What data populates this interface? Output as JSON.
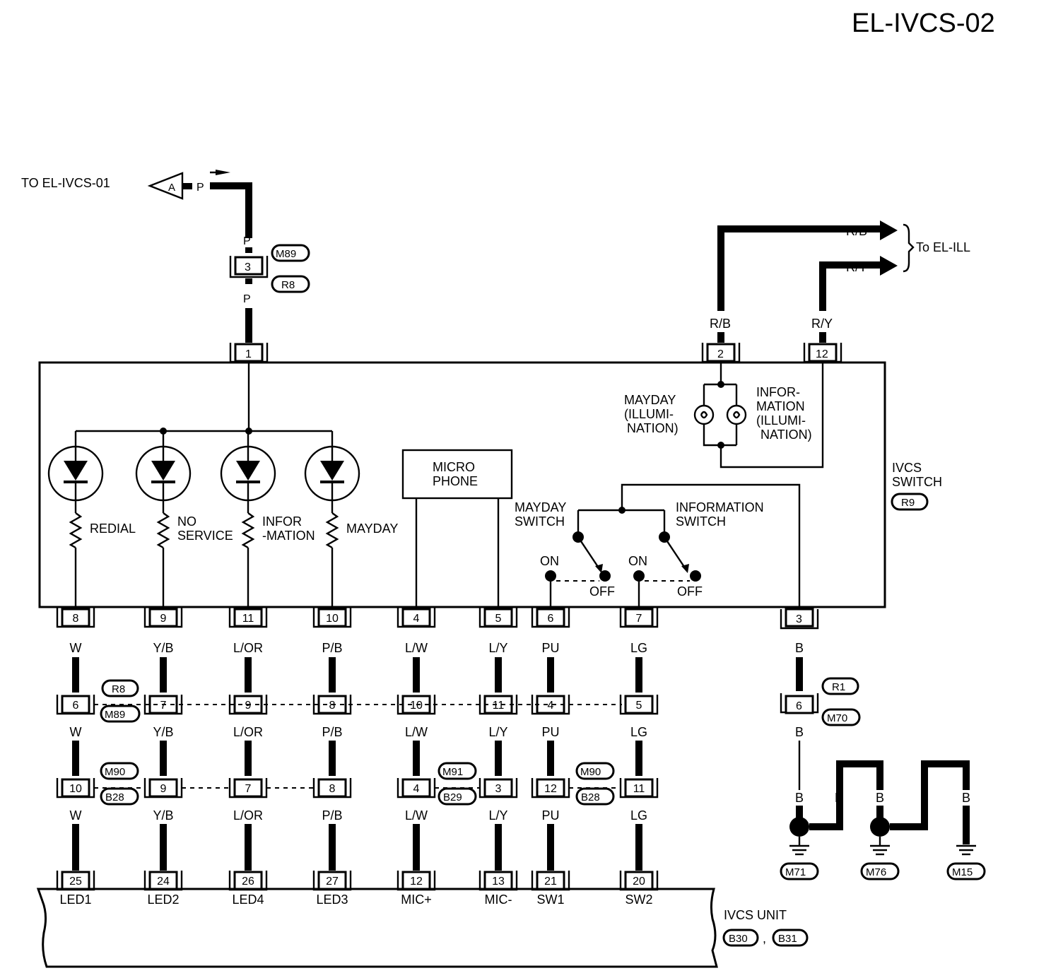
{
  "page": {
    "title": "EL-IVCS-02"
  },
  "top_feed": {
    "dest_label": "TO EL-IVCS-01",
    "connector_letter": "A",
    "wire_color": "P",
    "upper_color": "P",
    "lower_color": "P",
    "joint_pin": "3",
    "joint_conn_top": "M89",
    "joint_conn_bottom": "R8",
    "switch_pin": "1"
  },
  "illumination": {
    "dest_label": "To EL-ILL",
    "rb_color": "R/B",
    "ry_color": "R/Y",
    "rb_pin": "2",
    "ry_pin": "12",
    "mayday_label": [
      "MAYDAY",
      "(ILLUMI-",
      "NATION)"
    ],
    "info_label": [
      "INFOR-",
      "MATION",
      "(ILLUMI-",
      "NATION)"
    ]
  },
  "switch": {
    "name": [
      "IVCS",
      "SWITCH"
    ],
    "conn_id": "R9",
    "microphone": [
      "MICRO",
      "PHONE"
    ],
    "mayday_switch": [
      "MAYDAY",
      "SWITCH"
    ],
    "information_switch": [
      "INFORMATION",
      "SWITCH"
    ],
    "on": "ON",
    "off": "OFF"
  },
  "leds": [
    {
      "label": [
        "REDIAL"
      ]
    },
    {
      "label": [
        "NO",
        "SERVICE"
      ]
    },
    {
      "label": [
        "INFOR",
        "-MATION"
      ]
    },
    {
      "label": [
        "MAYDAY"
      ]
    }
  ],
  "columns": [
    {
      "pin": "8",
      "c1": "W",
      "j1": "6",
      "c2": "W",
      "j2": "10",
      "c3": "W",
      "unit_pin": "25",
      "unit_label": "LED1"
    },
    {
      "pin": "9",
      "c1": "Y/B",
      "j1": "7",
      "c2": "Y/B",
      "j2": "9",
      "c3": "Y/B",
      "unit_pin": "24",
      "unit_label": "LED2"
    },
    {
      "pin": "11",
      "c1": "L/OR",
      "j1": "9",
      "c2": "L/OR",
      "j2": "7",
      "c3": "L/OR",
      "unit_pin": "26",
      "unit_label": "LED4"
    },
    {
      "pin": "10",
      "c1": "P/B",
      "j1": "8",
      "c2": "P/B",
      "j2": "8",
      "c3": "P/B",
      "unit_pin": "27",
      "unit_label": "LED3"
    },
    {
      "pin": "4",
      "c1": "L/W",
      "j1": "10",
      "c2": "L/W",
      "j2": "4",
      "c3": "L/W",
      "unit_pin": "12",
      "unit_label": "MIC+"
    },
    {
      "pin": "5",
      "c1": "L/Y",
      "j1": "11",
      "c2": "L/Y",
      "j2": "3",
      "c3": "L/Y",
      "unit_pin": "13",
      "unit_label": "MIC-"
    },
    {
      "pin": "6",
      "c1": "PU",
      "j1": "4",
      "c2": "PU",
      "j2": "12",
      "c3": "PU",
      "unit_pin": "21",
      "unit_label": "SW1"
    },
    {
      "pin": "7",
      "c1": "LG",
      "j1": "5",
      "c2": "LG",
      "j2": "11",
      "c3": "LG",
      "unit_pin": "20",
      "unit_label": "SW2"
    }
  ],
  "row1_conn": {
    "top": "R8",
    "bottom": "M89"
  },
  "row2_conn": [
    {
      "top": "M90",
      "bottom": "B28"
    },
    {
      "top": "M91",
      "bottom": "B29"
    },
    {
      "top": "M90",
      "bottom": "B28"
    }
  ],
  "ground": {
    "pin": "3",
    "c1": "B",
    "joint_pin": "6",
    "joint_top": "R1",
    "joint_bottom": "M70",
    "c2": "B",
    "colors": [
      "B",
      "B",
      "B",
      "B",
      "B"
    ],
    "grounds": [
      "M71",
      "M76",
      "M15"
    ]
  },
  "unit": {
    "name": "IVCS UNIT",
    "conns": [
      "B30",
      "B31"
    ],
    "sep": ","
  }
}
